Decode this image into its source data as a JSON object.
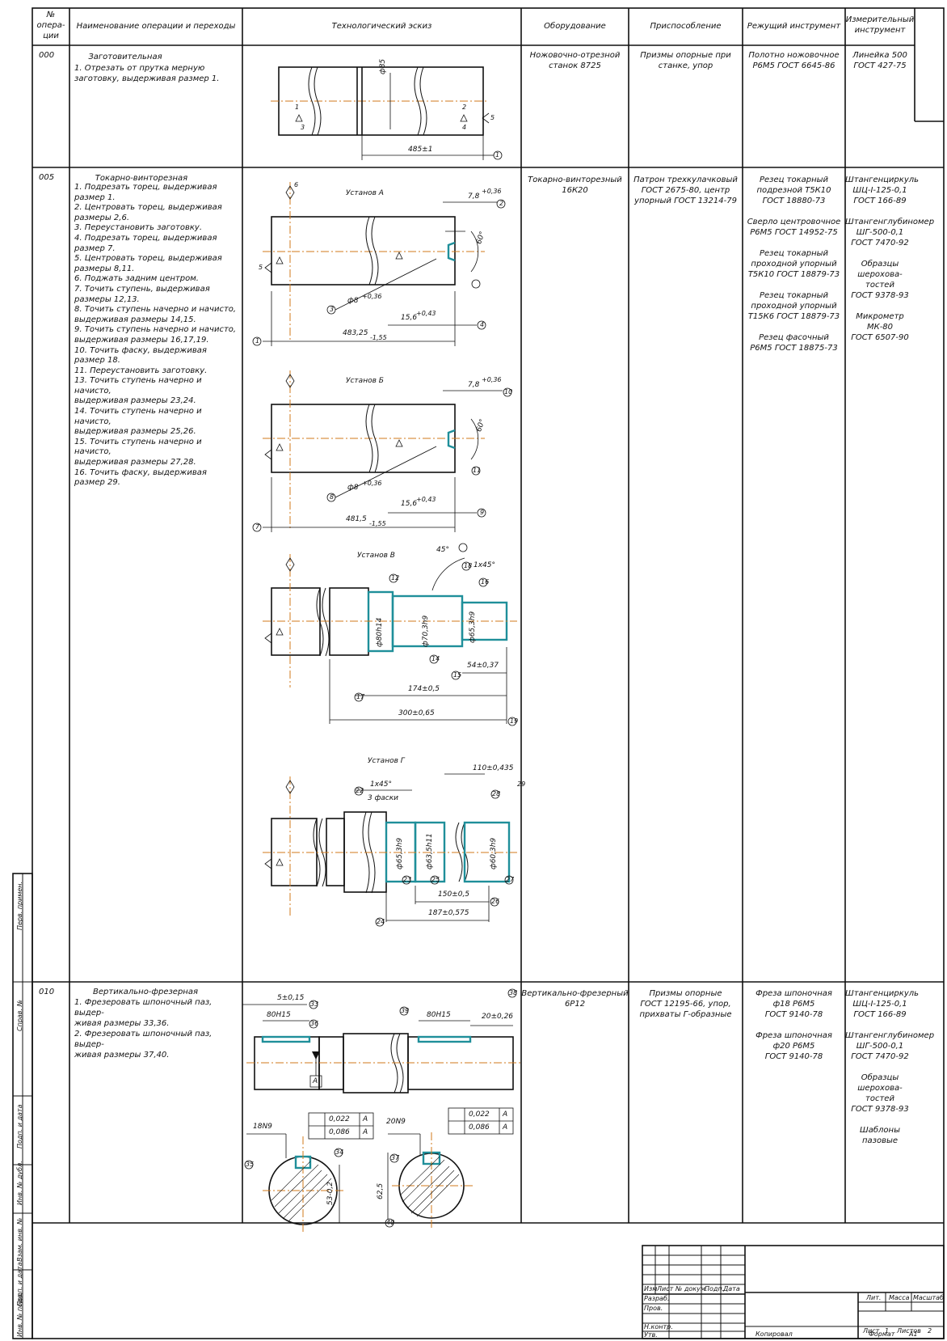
{
  "header": {
    "num": "№\nопера-\nции",
    "name": "Наименование операции и переходы",
    "sketch": "Технологический эскиз",
    "equipment": "Оборудование",
    "fixture": "Приспособление",
    "cutting": "Режущий инструмент",
    "measuring": "Измерительный\nинструмент"
  },
  "operations": [
    {
      "num": "000",
      "title": "Заготовительная",
      "steps": "1. Отрезать от прутка мерную\nзаготовку, выдерживая размер 1.",
      "equipment": "Ножовочно-отрезной\nстанок 8725",
      "fixture": "Призмы опорные при\nстанке, упор",
      "cutting": "Полотно ножовочное\nР6М5 ГОСТ 6645-86",
      "measuring": "Линейка 500\nГОСТ 427-75"
    },
    {
      "num": "005",
      "title": "Токарно-винторезная",
      "steps": "1. Подрезать торец, выдерживая\nразмер 1.\n2. Центровать торец, выдерживая\nразмеры 2,6.\n3. Переустановить заготовку.\n4. Подрезать торец, выдерживая\nразмер 7.\n5. Центровать торец, выдерживая\nразмеры 8,11.\n6. Поджать задним центром.\n7. Точить ступень, выдерживая\nразмеры 12,13.\n8. Точить ступень начерно и начисто,\nвыдерживая размеры 14,15.\n9. Точить ступень начерно и начисто,\nвыдерживая размеры 16,17,19.\n10. Точить фаску, выдерживая\nразмер 18.\n11. Переустановить заготовку.\n13. Точить ступень начерно и начисто,\nвыдерживая размеры 23,24.\n14. Точить ступень начерно и начисто,\nвыдерживая размеры 25,26.\n15. Точить ступень начерно и начисто,\nвыдерживая размеры 27,28.\n16. Точить фаску, выдерживая\nразмер 29.",
      "equipment": "Токарно-винторезный\n16К20",
      "fixture": "Патрон трехкулачковый\nГОСТ 2675-80, центр\nупорный ГОСТ 13214-79",
      "cutting": "Резец токарный\nподрезной Т5К10\nГОСТ 18880-73\n\nСверло центровочное\nР6М5 ГОСТ 14952-75\n\nРезец токарный\nпроходной упорный\nТ5К10 ГОСТ 18879-73\n\nРезец токарный\nпроходной упорный\nТ15К6 ГОСТ 18879-73\n\nРезец фасочный\nР6М5 ГОСТ 18875-73",
      "measuring": "Штангенциркуль\nШЦ-I-125-0,1\nГОСТ 166-89\n\nШтангенглубиномер\nШГ-500-0,1\nГОСТ 7470-92\n\nОбразцы шерохова-\nтостей\nГОСТ 9378-93\n\nМикрометр МК-80\nГОСТ 6507-90"
    },
    {
      "num": "010",
      "title": "Вертикально-фрезерная",
      "steps": "1. Фрезеровать шпоночный паз, выдер-\nживая размеры 33,36.\n2. Фрезеровать шпоночный паз, выдер-\nживая размеры 37,40.",
      "equipment": "Вертикально-фрезерный\n6Р12",
      "fixture": "Призмы опорные\nГОСТ 12195-66, упор,\nприхваты Г-образные",
      "cutting": "Фреза шпоночная\nф18 Р6М5\nГОСТ 9140-78\n\nФреза шпоночная\nф20 Р6М5\nГОСТ 9140-78",
      "measuring": "Штангенциркуль\nШЦ-I-125-0,1\nГОСТ 166-89\n\nШтангенглубиномер\nШГ-500-0,1\nГОСТ 7470-92\n\nОбразцы шерохова-\nтостей\nГОСТ 9378-93\n\nШаблоны пазовые"
    }
  ],
  "sketch": {
    "s000": {
      "dia": "ф85",
      "len": "485±1",
      "ref1": "1",
      "ref5": "5"
    },
    "setupA": {
      "title": "Установ А",
      "d1": "7,8",
      "d1tol": "+0,36",
      "angle": "60°",
      "drill": "ф8",
      "drilltol": "+0,36",
      "depth": "15,6",
      "depthtol": "+0,43",
      "len": "483,25",
      "lentol": "-1,55",
      "refs": [
        "6",
        "5",
        "4",
        "3",
        "2",
        "1"
      ]
    },
    "setupB": {
      "title": "Установ Б",
      "d1": "7,8",
      "d1tol": "+0,36",
      "angle": "60°",
      "drill": "ф8",
      "drilltol": "+0,36",
      "depth": "15,6",
      "depthtol": "+0,43",
      "len": "481,5",
      "lentol": "-1,55",
      "refs": [
        "10",
        "11",
        "8",
        "9",
        "7"
      ]
    },
    "setupV": {
      "title": "Установ В",
      "ang": "45°",
      "cham": "1x45°",
      "d1": "ф80h14",
      "d2": "ф70,3h9",
      "d3": "ф65,3h9",
      "l1": "54±0,37",
      "l2": "174±0,5",
      "l3": "300±0,65",
      "refs": [
        "12",
        "14",
        "15",
        "16",
        "17",
        "18",
        "19"
      ]
    },
    "setupG": {
      "title": "Установ Г",
      "cham": "1x45°",
      "cham2": "3 фаски",
      "l0": "110±0,435",
      "d1": "ф65,3h9",
      "d2": "ф63,5h11",
      "d3": "ф60,3h9",
      "l1": "150±0,5",
      "l2": "187±0,575",
      "refs": [
        "22",
        "23",
        "24",
        "25",
        "26",
        "27",
        "28",
        "29"
      ]
    },
    "s010": {
      "l1": "5±0,15",
      "w1": "80H15",
      "w2": "80H15",
      "l2": "20±0,26",
      "base": "A",
      "slot1": "18N9",
      "slot2": "20N9",
      "t1": "0,022",
      "t2": "0,086",
      "depth1": "53-0,2",
      "depth2": "62,5",
      "refs": [
        "33",
        "34",
        "35",
        "36",
        "37",
        "38",
        "39",
        "40"
      ]
    }
  },
  "rough": [
    "1",
    "2",
    "3",
    "4"
  ],
  "side": {
    "a": "Перв. примен.",
    "b": "Справ. №",
    "c": "Подп. и дата",
    "d": "Инв. № дубл.",
    "e": "Взам. инв. №",
    "f": "Подп. и дата",
    "g": "Инв. № подл."
  },
  "titleblock": {
    "cols": [
      "Изм",
      "Лист",
      "№ докум.",
      "Подп.",
      "Дата"
    ],
    "rows": [
      "Разраб.",
      "Пров.",
      "",
      "Н.контр.",
      "Утв."
    ],
    "lit": "Лит.",
    "mass": "Масса",
    "scale": "Масштаб",
    "sheet": "Лист",
    "sheetnum": "1",
    "sheets": "Листов",
    "sheetsnum": "2",
    "copied": "Копировал",
    "format": "Формат",
    "formatval": "А1"
  }
}
